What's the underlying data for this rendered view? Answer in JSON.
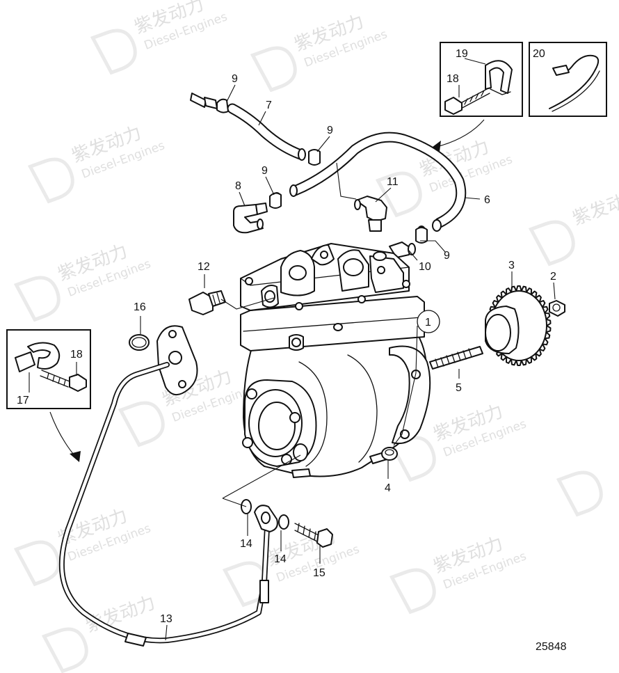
{
  "watermark": {
    "brand": "紫发动力",
    "subtitle": "Diesel-Engines"
  },
  "drawing_number": "25848",
  "callouts": {
    "p1": "1",
    "p2": "2",
    "p3": "3",
    "p4": "4",
    "p5": "5",
    "p6": "6",
    "p7": "7",
    "p8": "8",
    "p9a": "9",
    "p9b": "9",
    "p9c": "9",
    "p9d": "9",
    "p10": "10",
    "p11": "11",
    "p12": "12",
    "p13": "13",
    "p14a": "14",
    "p14b": "14",
    "p15": "15",
    "p16": "16",
    "p17": "17",
    "p18a": "18",
    "p18b": "18",
    "p19": "19",
    "p20": "20"
  }
}
